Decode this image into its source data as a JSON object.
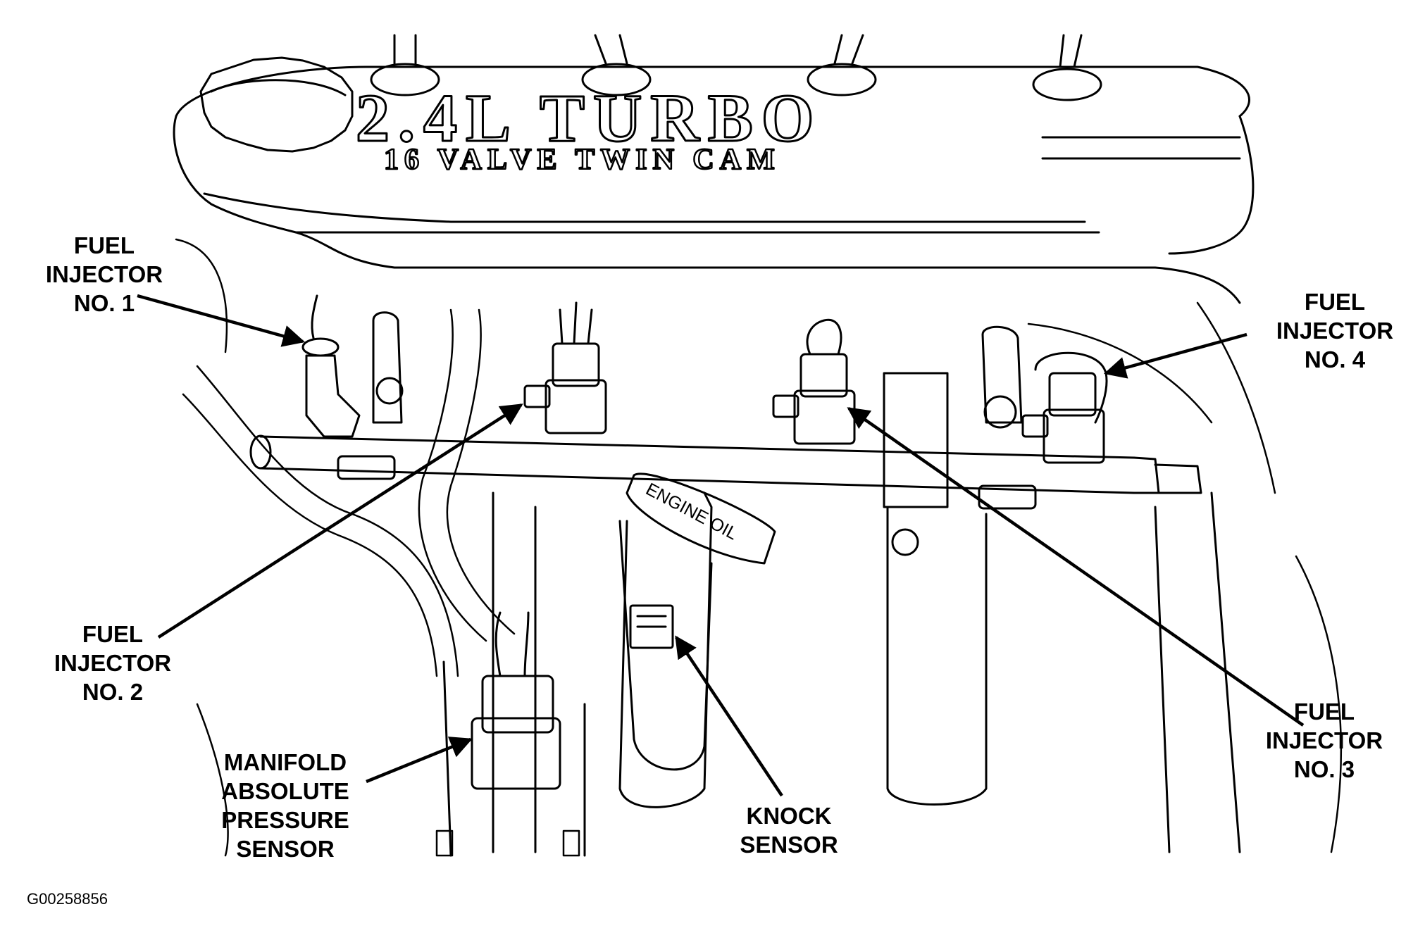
{
  "engine_cover": {
    "line1": "2.4L TURBO",
    "line2": "16 VALVE TWIN CAM"
  },
  "dipstick": {
    "label": "ENGINE OIL"
  },
  "callouts": {
    "injector1": {
      "lines": [
        "FUEL",
        "INJECTOR",
        "NO. 1"
      ]
    },
    "injector2": {
      "lines": [
        "FUEL",
        "INJECTOR",
        "NO. 2"
      ]
    },
    "injector3": {
      "lines": [
        "FUEL",
        "INJECTOR",
        "NO. 3"
      ]
    },
    "injector4": {
      "lines": [
        "FUEL",
        "INJECTOR",
        "NO. 4"
      ]
    },
    "map_sensor": {
      "lines": [
        "MANIFOLD",
        "ABSOLUTE",
        "PRESSURE",
        "SENSOR"
      ]
    },
    "knock_sensor": {
      "lines": [
        "KNOCK",
        "SENSOR"
      ]
    }
  },
  "figure_id": "G00258856"
}
